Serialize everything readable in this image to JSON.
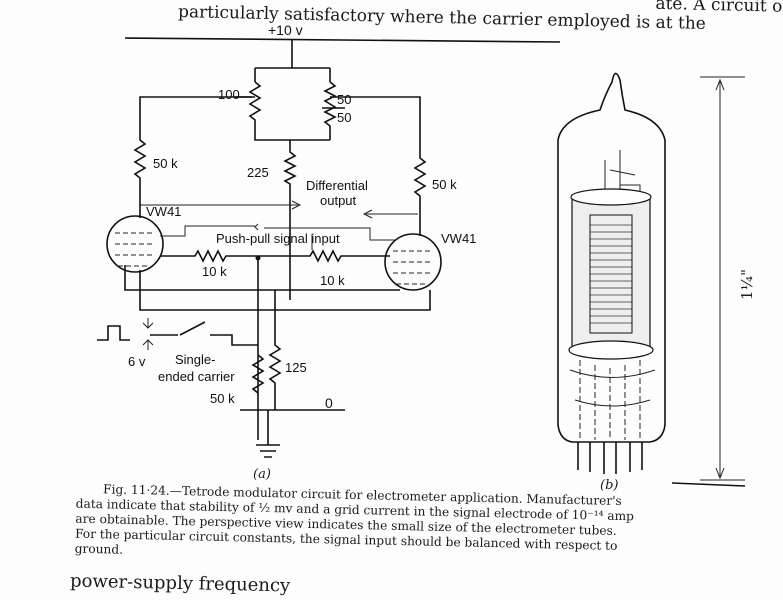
{
  "body_text": {
    "top_line_partial": "ate.  A circuit of",
    "top_line": "particularly satisfactory where the carrier employed is at the",
    "bottom_line": "power-supply frequency"
  },
  "figure_a": {
    "supply_label": "+10 v",
    "pot_label": "100",
    "pot_upper": "50",
    "pot_lower": "50",
    "r_center": "225",
    "r_left_plate": "50 k",
    "r_right_plate": "50 k",
    "tube_left": "VW41",
    "tube_right": "VW41",
    "diff_output_1": "Differential",
    "diff_output_2": "output",
    "signal_input": "Push-pull signal input",
    "r_grid_left": "10 k",
    "r_grid_right": "10 k",
    "carrier_voltage": "6 v",
    "carrier_1": "Single-",
    "carrier_2": "ended carrier",
    "r_carrier": "50 k",
    "r_cathode": "125",
    "ground_label": "0",
    "panel_label": "(a)"
  },
  "figure_b": {
    "dimension": "1¼\"",
    "panel_label": "(b)"
  },
  "caption": {
    "line1": "Fig. 11·24.—Tetrode modulator circuit for electrometer application.  Manufacturer's",
    "line2": "data indicate that stability of ½ mv and a grid current in the signal electrode of 10⁻¹⁴ amp",
    "line3": "are obtainable.  The perspective view indicates the small size of the electrometer tubes.",
    "line4": "For the particular circuit constants, the signal input should be balanced with respect to",
    "line5": "ground."
  }
}
